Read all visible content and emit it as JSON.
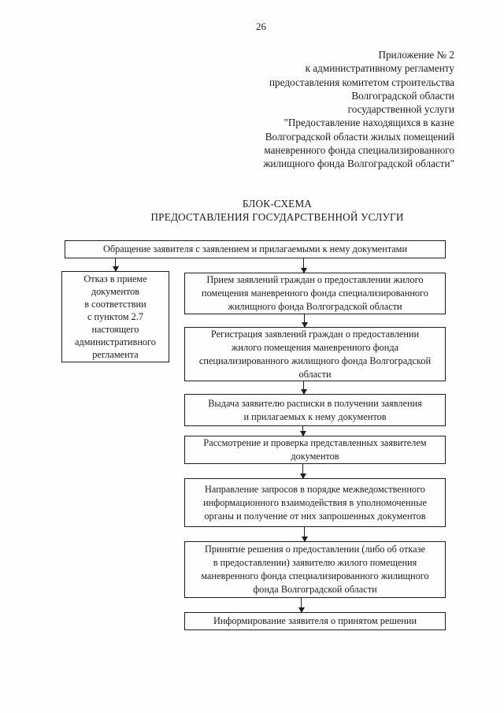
{
  "colors": {
    "ink": "#1c1c1c",
    "paper": "#fefefe",
    "border": "#1f1f1f"
  },
  "page": {
    "number": "26",
    "appendix_header": "Приложение № 2\nк административному регламенту\nпредоставления комитетом строительства\nВолгоградской области\nгосударственной услуги\n\"Предоставление находящихся в казне\nВолгоградской области жилых помещений\nманевренного фонда специализированного\nжилищного фонда Волгоградской области\"",
    "title": "БЛОК-СХЕМА\nПРЕДОСТАВЛЕНИЯ ГОСУДАРСТВЕННОЙ УСЛУГИ"
  },
  "flowchart": {
    "entry": "Обращение заявителя с заявлением и прилагаемыми к нему документами",
    "refusal": "Отказ в приеме\nдокументов\nв соответствии\nс пунктом 2.7\nнастоящего\nадминистративного\nрегламента",
    "steps": [
      "Прием заявлений граждан о предоставлении жилого\nпомещения маневренного фонда специализированного\nжилищного фонда Волгоградской области",
      "Регистрация заявлений граждан о предоставлении\nжилого помещения маневренного фонда\nспециализированного жилищного фонда Волгоградской\nобласти",
      "Выдача заявителю расписки в получении заявления\nи прилагаемых к нему документов",
      "Рассмотрение и проверка представленных заявителем\nдокументов",
      "Направление запросов в порядке межведомственного\nинформационного взаимодействия в уполномоченные\nорганы и получение от них запрошенных документов",
      "Принятие решения о предоставлении (либо об отказе\nв предоставлении) заявителю жилого помещения\nманевренного фонда специализированного жилищного\nфонда Волгоградской области",
      "Информирование заявителя о принятом решении"
    ]
  }
}
